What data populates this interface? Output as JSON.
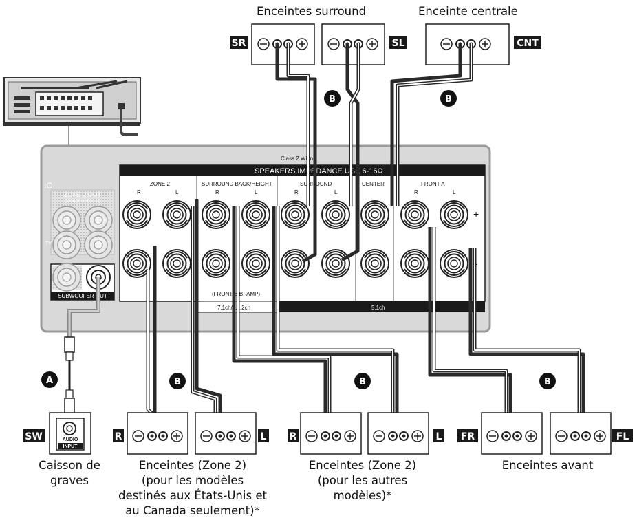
{
  "captions": {
    "surround_speakers": "Enceintes surround",
    "center_speaker": "Enceinte centrale",
    "subwoofer_l1": "Caisson de",
    "subwoofer_l2": "graves",
    "zone2_us_l1": "Enceintes (Zone 2)",
    "zone2_us_l2": "(pour les modèles",
    "zone2_us_l3": "destinés aux États-Unis et",
    "zone2_us_l4": "au Canada seulement)*",
    "zone2_other_l1": "Enceintes (Zone 2)",
    "zone2_other_l2": "(pour les autres",
    "zone2_other_l3": "modèles)*",
    "front_speakers": "Enceintes avant"
  },
  "tags": {
    "sr": "SR",
    "sl": "SL",
    "cnt": "CNT",
    "sw": "SW",
    "r": "R",
    "l": "L",
    "fr": "FR",
    "fl": "FL"
  },
  "cable_badges": {
    "a": "A",
    "b": "B"
  },
  "panel": {
    "class2": "Class 2 Wiring",
    "speakers_header": "SPEAKERS   IMPEDANCE USE 6-16Ω",
    "io_label": "IO",
    "zone2_out": "ZONE 2 OUT",
    "variable_fixed": "(VARIABLE/FIXED)",
    "tv": "TV",
    "r": "R",
    "l": "L",
    "subwoofer_out": "SUBWOOFER OUT",
    "groups": {
      "zone2": "ZONE 2",
      "surround_back_height": "SURROUND BACK/HEIGHT",
      "surround": "SURROUND",
      "center": "CENTER",
      "front_a": "FRONT A"
    },
    "front_bi_amp": "(FRONT B/BI-AMP)",
    "ch_71": "7.1ch/5.1.2ch",
    "ch_51": "5.1ch",
    "plus": "+",
    "minus": "-"
  },
  "subwoofer_jack": {
    "line1": "AUDIO",
    "line2": "INPUT"
  },
  "colors": {
    "panel_bg": "#d9d9d9",
    "panel_border": "#9a9a9a",
    "header_bg": "#1a1a1a",
    "cable_dark": "#2a2a2a",
    "cable_light": "#ffffff",
    "badge": "#111111"
  }
}
